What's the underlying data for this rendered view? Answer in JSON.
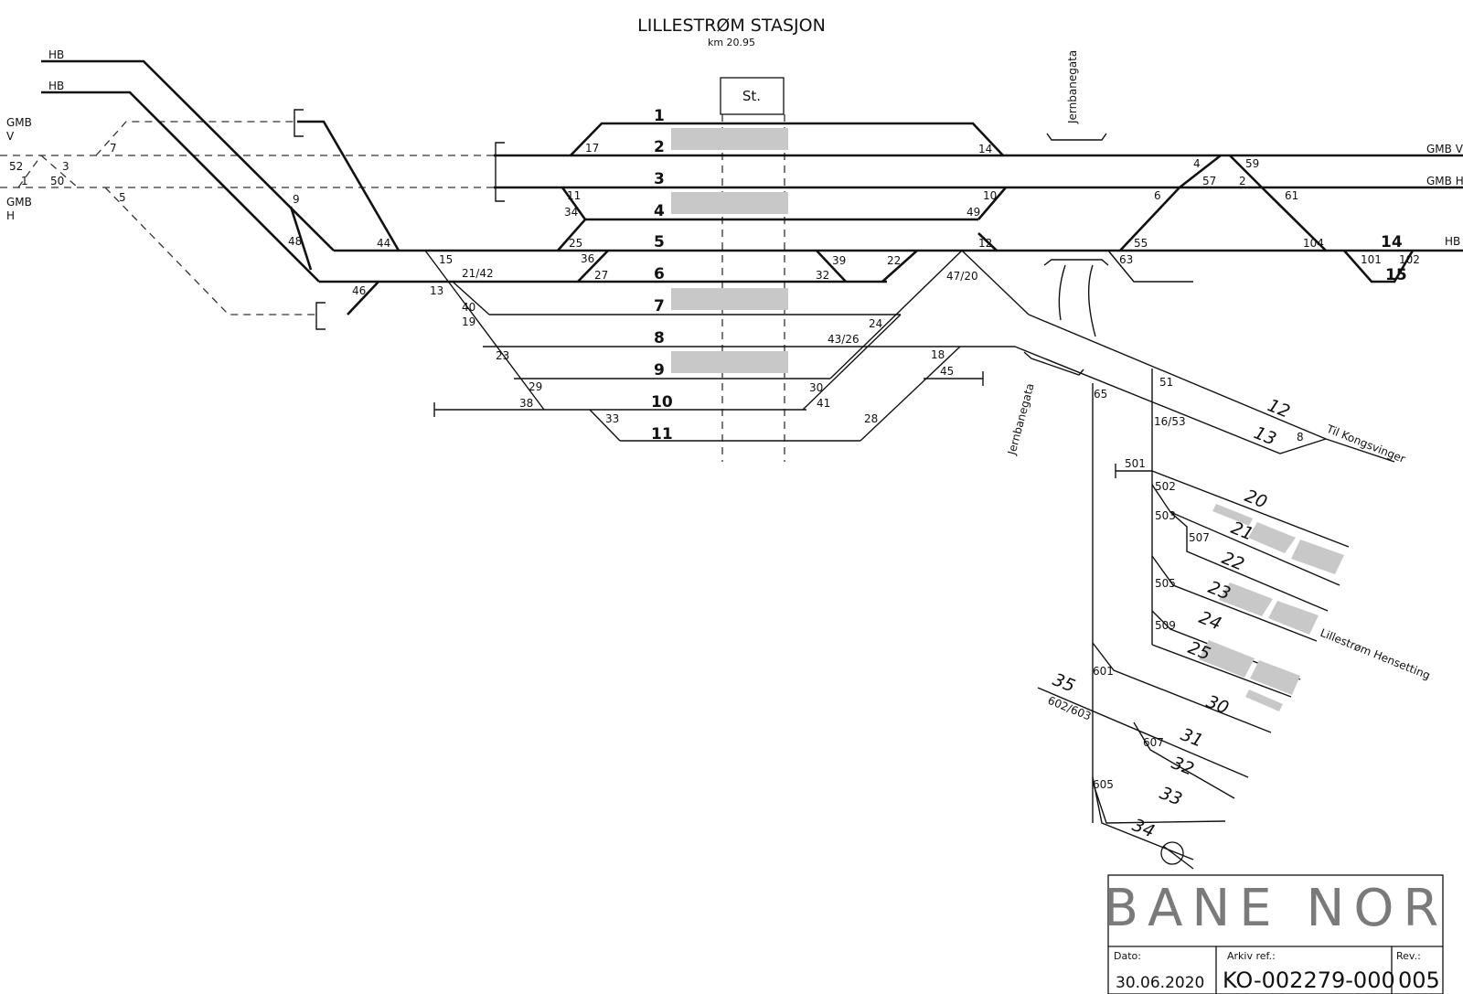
{
  "title": "LILLESTRØM STASJON",
  "km": "km 20.95",
  "station_box": "St.",
  "tracks": [
    "1",
    "2",
    "3",
    "4",
    "5",
    "6",
    "7",
    "8",
    "9",
    "10",
    "11",
    "12",
    "13",
    "14",
    "15",
    "20",
    "21",
    "22",
    "23",
    "24",
    "25",
    "30",
    "31",
    "32",
    "33",
    "34",
    "35"
  ],
  "labels": {
    "hb1": "HB",
    "hb2": "HB",
    "hb_right": "HB",
    "gmb_v_left": "GMB\nV",
    "gmb_h_left": "GMB\nH",
    "gmb_v_right": "GMB V",
    "gmb_h_right": "GMB H",
    "jernbanegata_top": "Jernbanegata",
    "jernbanegata_bottom": "Jernbanegata",
    "til_kongsvinger": "Til Kongsvinger",
    "lillestrom_hensetting": "Lillestrøm Hensetting"
  },
  "switches": [
    "52",
    "1",
    "3",
    "50",
    "7",
    "5",
    "9",
    "48",
    "44",
    "46",
    "13",
    "15",
    "21/42",
    "40",
    "19",
    "23",
    "29",
    "38",
    "33",
    "17",
    "11",
    "34",
    "25",
    "36",
    "27",
    "14",
    "10",
    "49",
    "12",
    "39",
    "22",
    "32",
    "47/20",
    "24",
    "43/26",
    "30",
    "41",
    "28",
    "18",
    "45",
    "4",
    "59",
    "57",
    "2",
    "6",
    "61",
    "55",
    "63",
    "104",
    "101",
    "102",
    "51",
    "16/53",
    "8",
    "65",
    "501",
    "502",
    "503",
    "507",
    "505",
    "509",
    "601",
    "602/603",
    "607",
    "605"
  ],
  "logo": "BANE NOR",
  "footer": {
    "dato_label": "Dato:",
    "dato": "30.06.2020",
    "arkiv_label": "Arkiv ref.:",
    "arkiv": "KO-002279-000",
    "rev_label": "Rev.:",
    "rev": "005"
  }
}
